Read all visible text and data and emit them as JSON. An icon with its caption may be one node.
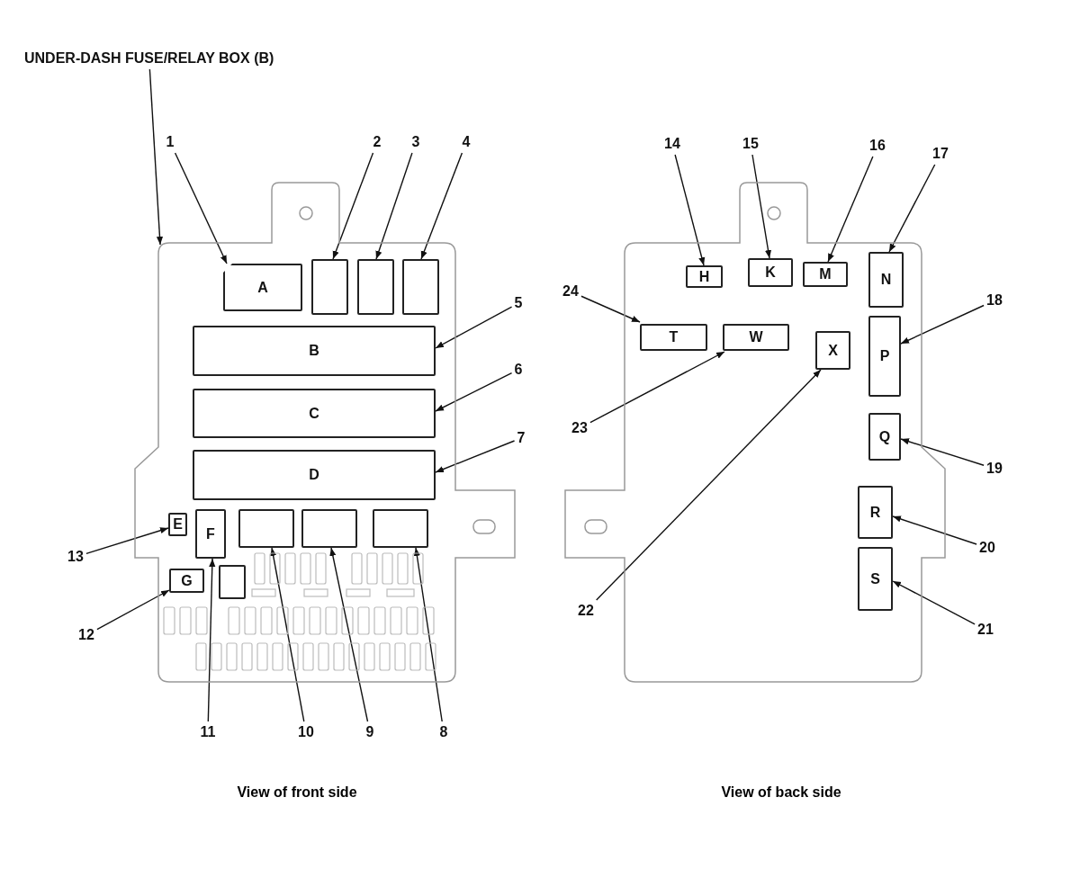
{
  "diagram": {
    "nodes": [
      {
        "text": [
          "UNDER-DASH FUSE/RELAY BOX (B)"
        ]
      },
      {
        "text": [],
        "shape": "box"
      },
      {
        "text": [
          "A"
        ],
        "in": 1
      },
      {
        "text": [],
        "shape": "box",
        "in": 1
      },
      {
        "text": [],
        "shape": "box",
        "in": 1
      },
      {
        "text": [],
        "shape": "box",
        "in": 1
      },
      {
        "text": [
          "B"
        ],
        "in": 1
      },
      {
        "text": [
          "C"
        ],
        "in": 1
      },
      {
        "text": [
          "D"
        ],
        "in": 1
      },
      {
        "text": [
          "E"
        ],
        "in": 1
      },
      {
        "text": [
          "F"
        ],
        "in": 1
      },
      {
        "text": [],
        "shape": "box",
        "in": 1
      },
      {
        "text": [],
        "shape": "box",
        "in": 1
      },
      {
        "text": [],
        "shape": "box",
        "in": 1
      },
      {
        "text": [
          "G"
        ],
        "in": 1
      },
      {
        "text": [],
        "shape": "box",
        "in": 1
      },
      {
        "text": [],
        "shape": "box"
      },
      {
        "text": [
          "H"
        ],
        "in": 16
      },
      {
        "text": [
          "K"
        ],
        "in": 16
      },
      {
        "text": [
          "M"
        ],
        "in": 16
      },
      {
        "text": [
          "N"
        ],
        "in": 16
      },
      {
        "text": [
          "T"
        ],
        "in": 16
      },
      {
        "text": [
          "W"
        ],
        "in": 16
      },
      {
        "text": [
          "X"
        ],
        "in": 16
      },
      {
        "text": [
          "P"
        ],
        "in": 16
      },
      {
        "text": [
          "Q"
        ],
        "in": 16
      },
      {
        "text": [
          "R"
        ],
        "in": 16
      },
      {
        "text": [
          "S"
        ],
        "in": 16
      },
      {
        "text": [
          "1"
        ]
      },
      {
        "text": [
          "2"
        ]
      },
      {
        "text": [
          "3"
        ]
      },
      {
        "text": [
          "4"
        ]
      },
      {
        "text": [
          "5"
        ]
      },
      {
        "text": [
          "6"
        ]
      },
      {
        "text": [
          "7"
        ]
      },
      {
        "text": [
          "8"
        ]
      },
      {
        "text": [
          "9"
        ]
      },
      {
        "text": [
          "10"
        ]
      },
      {
        "text": [
          "11"
        ]
      },
      {
        "text": [
          "12"
        ]
      },
      {
        "text": [
          "13"
        ]
      },
      {
        "text": [
          "14"
        ]
      },
      {
        "text": [
          "15"
        ]
      },
      {
        "text": [
          "16"
        ]
      },
      {
        "text": [
          "17"
        ]
      },
      {
        "text": [
          "18"
        ]
      },
      {
        "text": [
          "19"
        ]
      },
      {
        "text": [
          "20"
        ]
      },
      {
        "text": [
          "21"
        ]
      },
      {
        "text": [
          "22"
        ]
      },
      {
        "text": [
          "23"
        ]
      },
      {
        "text": [
          "24"
        ]
      }
    ],
    "edges": [
      {
        "from": 0,
        "to": 1,
        "arrow": "to"
      },
      {
        "from": 28,
        "to": 2,
        "arrow": "to"
      },
      {
        "from": 29,
        "to": 3,
        "arrow": "to"
      },
      {
        "from": 30,
        "to": 4,
        "arrow": "to"
      },
      {
        "from": 31,
        "to": 5,
        "arrow": "to"
      },
      {
        "from": 32,
        "to": 6,
        "arrow": "to"
      },
      {
        "from": 33,
        "to": 7,
        "arrow": "to"
      },
      {
        "from": 34,
        "to": 8,
        "arrow": "to"
      },
      {
        "from": 35,
        "to": 13,
        "arrow": "to"
      },
      {
        "from": 36,
        "to": 12,
        "arrow": "to"
      },
      {
        "from": 37,
        "to": 11,
        "arrow": "to"
      },
      {
        "from": 38,
        "to": 10,
        "arrow": "to"
      },
      {
        "from": 39,
        "to": 14,
        "arrow": "to"
      },
      {
        "from": 40,
        "to": 9,
        "arrow": "to"
      },
      {
        "from": 41,
        "to": 17,
        "arrow": "to"
      },
      {
        "from": 42,
        "to": 18,
        "arrow": "to"
      },
      {
        "from": 43,
        "to": 19,
        "arrow": "to"
      },
      {
        "from": 44,
        "to": 20,
        "arrow": "to"
      },
      {
        "from": 45,
        "to": 24,
        "arrow": "to"
      },
      {
        "from": 46,
        "to": 25,
        "arrow": "to"
      },
      {
        "from": 47,
        "to": 26,
        "arrow": "to"
      },
      {
        "from": 48,
        "to": 27,
        "arrow": "to"
      },
      {
        "from": 49,
        "to": 23,
        "arrow": "to"
      },
      {
        "from": 50,
        "to": 22,
        "arrow": "to"
      },
      {
        "from": 51,
        "to": 21,
        "arrow": "to"
      }
    ],
    "labels": [
      "View of front side",
      "View of back side"
    ]
  }
}
